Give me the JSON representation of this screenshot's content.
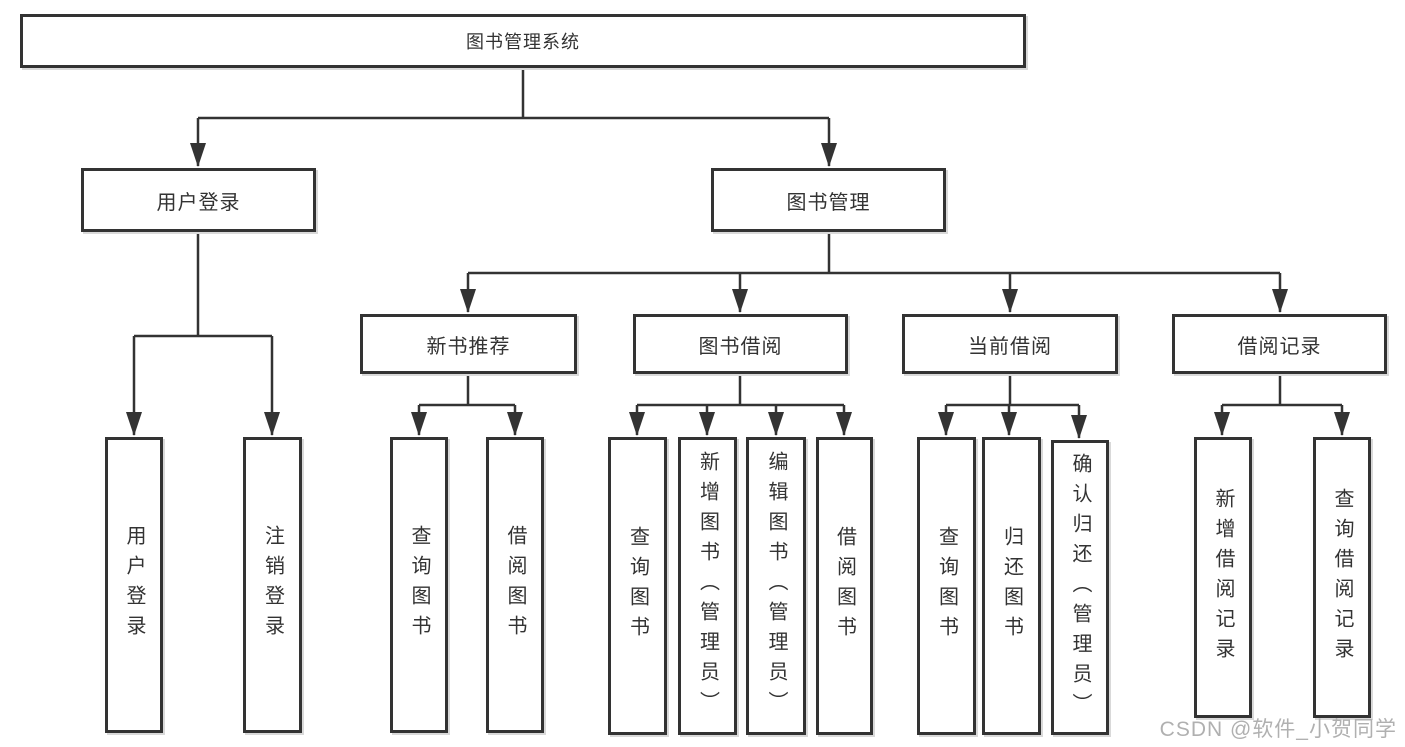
{
  "diagram_title": "图书管理系统",
  "colors": {
    "line": "#333333",
    "border": "#333333",
    "text": "#333333",
    "watermark": "#b0b0b0",
    "background": "#ffffff"
  },
  "tree": {
    "label": "图书管理系统",
    "children": [
      {
        "label": "用户登录",
        "children": [
          {
            "label": "用户登录"
          },
          {
            "label": "注销登录"
          }
        ]
      },
      {
        "label": "图书管理",
        "children": [
          {
            "label": "新书推荐",
            "children": [
              {
                "label": "查询图书"
              },
              {
                "label": "借阅图书"
              }
            ]
          },
          {
            "label": "图书借阅",
            "children": [
              {
                "label": "查询图书"
              },
              {
                "label": "新增图书（管理员）"
              },
              {
                "label": "编辑图书（管理员）"
              },
              {
                "label": "借阅图书"
              }
            ]
          },
          {
            "label": "当前借阅",
            "children": [
              {
                "label": "查询图书"
              },
              {
                "label": "归还图书"
              },
              {
                "label": "确认归还（管理员）"
              }
            ]
          },
          {
            "label": "借阅记录",
            "children": [
              {
                "label": "新增借阅记录"
              },
              {
                "label": "查询借阅记录"
              }
            ]
          }
        ]
      }
    ]
  },
  "watermark": {
    "text": "CSDN @软件_小贺同学"
  }
}
